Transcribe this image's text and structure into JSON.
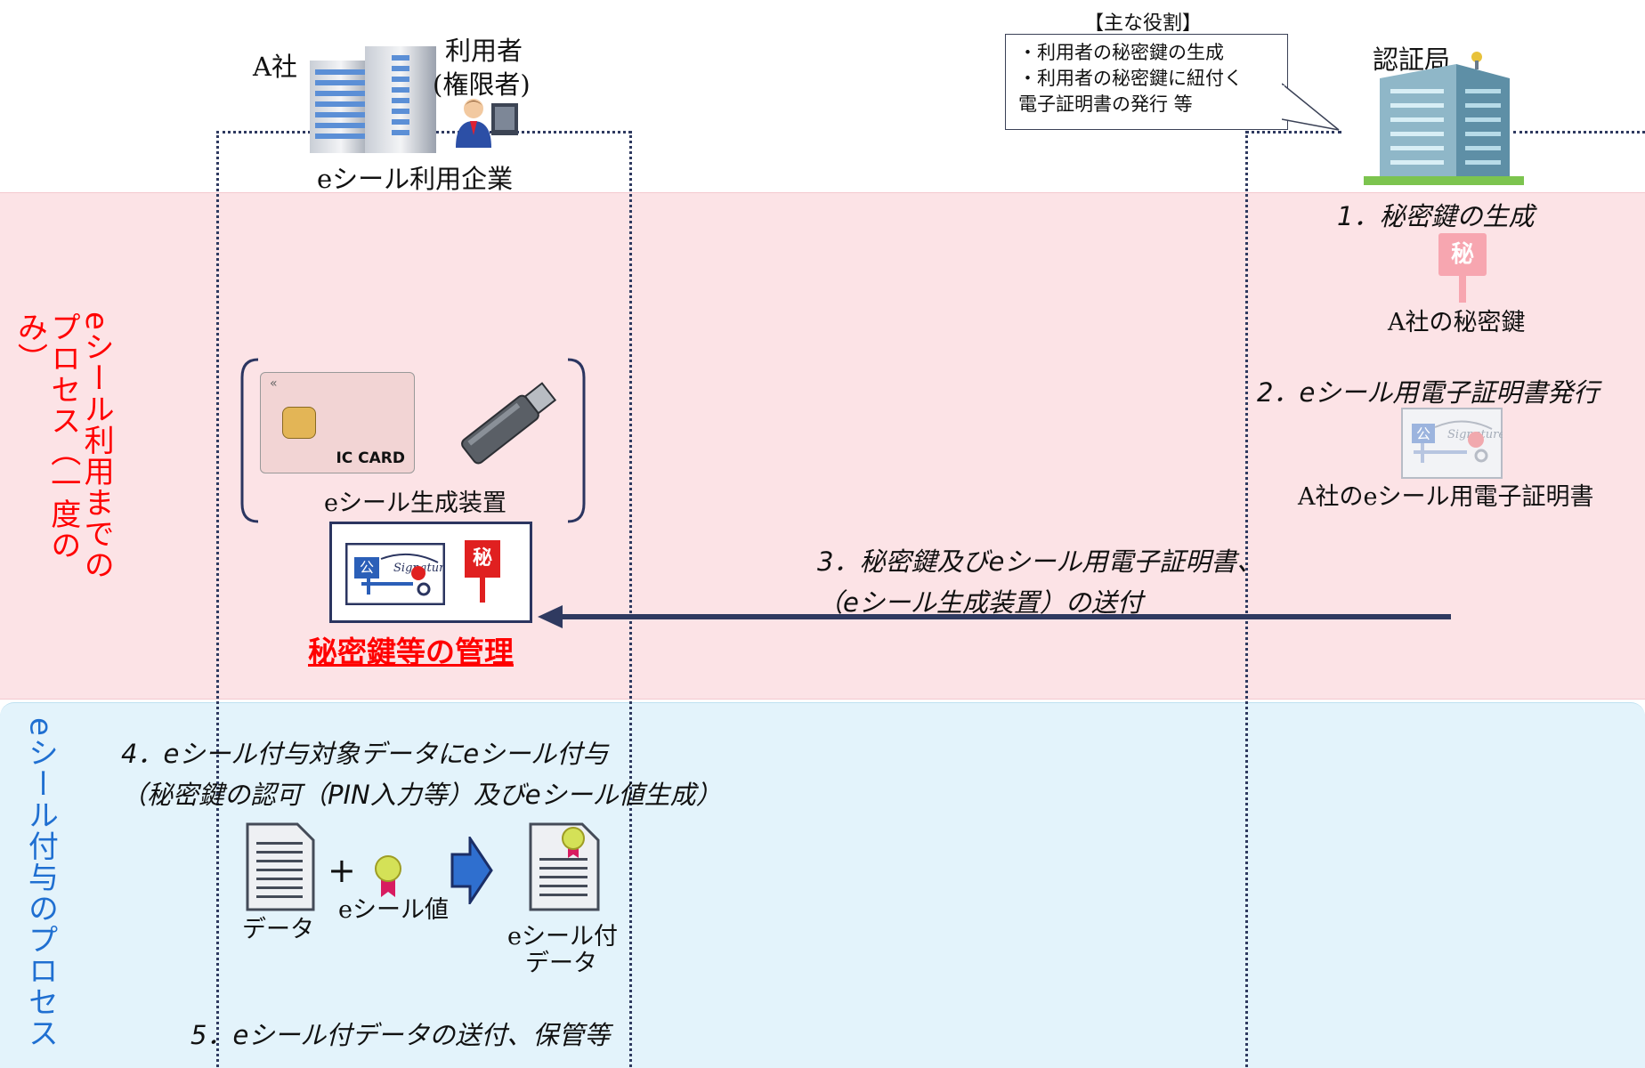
{
  "company": {
    "name_label": "A社",
    "user_label": "利用者",
    "user_role_label": "(権限者)",
    "org_label": "eシール利用企業"
  },
  "ca": {
    "name_label": "認証局",
    "roles_title": "【主な役割】",
    "roles": [
      "・利用者の秘密鍵の生成",
      "・利用者の秘密鍵に紐付く",
      "電子証明書の発行 等"
    ]
  },
  "sections": {
    "setup_label": "eシール利用までのプロセス（一度のみ）",
    "sealing_label": "eシール付与のプロセス"
  },
  "steps": {
    "step1": "1．秘密鍵の生成",
    "step1_caption": "A社の秘密鍵",
    "key_icon_char": "秘",
    "step2": "2．eシール用電子証明書発行",
    "step2_caption": "A社のeシール用電子証明書",
    "step3_line1": "3．秘密鍵及びeシール用電子証明書、",
    "step3_line2": "（eシール生成装置）の送付",
    "step4_line1": "4．eシール付与対象データにeシール付与",
    "step4_line2": "（秘密鍵の認可（PIN入力等）及びeシール値生成）",
    "step5": "5．eシール付データの送付、保管等"
  },
  "device": {
    "ic_card_text": "IC CARD",
    "caption": "eシール生成装置"
  },
  "management": {
    "cert_char": "公",
    "key_char": "秘",
    "title": "秘密鍵等の管理"
  },
  "sealing": {
    "plus": "+",
    "data_caption": "データ",
    "seal_value_caption": "eシール値",
    "sealed_line1": "eシール付",
    "sealed_line2": "データ"
  },
  "colors": {
    "setup_band": "#fce3e6",
    "sealing_band": "#e3f3fb",
    "setup_text": "#ff0000",
    "sealing_text": "#1f6fd1",
    "arrow": "#2f3a60"
  }
}
